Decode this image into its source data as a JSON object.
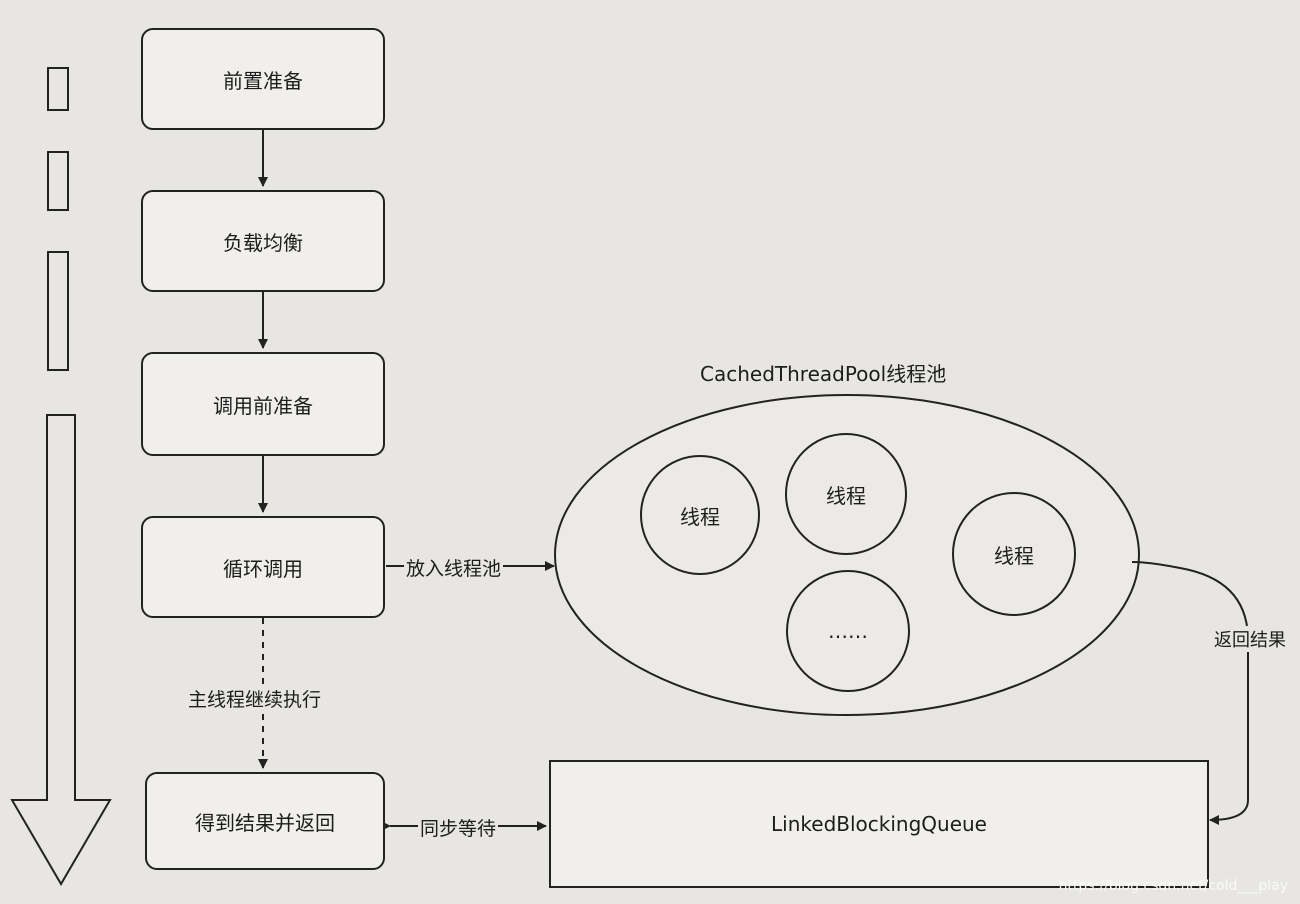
{
  "steps": {
    "prepare": "前置准备",
    "load_balance": "负载均衡",
    "pre_invoke": "调用前准备",
    "loop_invoke": "循环调用",
    "get_result": "得到结果并返回"
  },
  "labels": {
    "put_into_pool": "放入线程池",
    "main_thread_continues": "主线程继续执行",
    "sync_wait": "同步等待",
    "return_result": "返回结果"
  },
  "pool": {
    "title": "CachedThreadPool线程池",
    "threads": [
      "线程",
      "线程",
      "线程",
      "……"
    ]
  },
  "queue": {
    "label": "LinkedBlockingQueue"
  },
  "watermark": "https://blog.csdn.net/cold___play",
  "colors": {
    "stroke": "#222222",
    "paper": "#e7e6e2"
  }
}
